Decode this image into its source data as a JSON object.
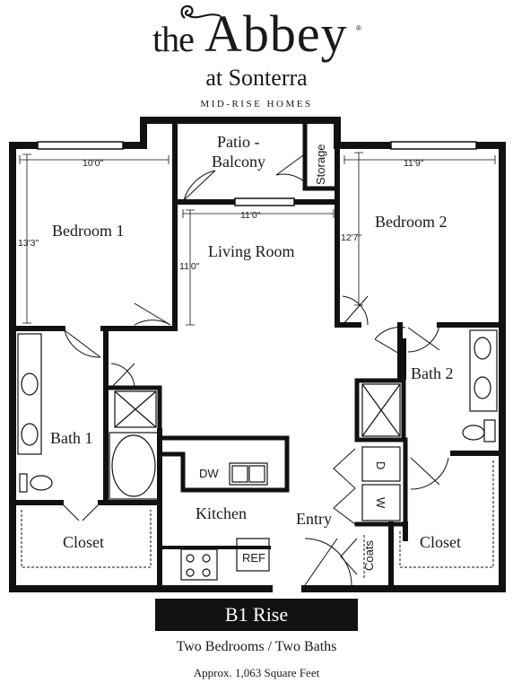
{
  "brand": {
    "the": "the",
    "name": "Abbey",
    "registered": "®",
    "location": "at Sonterra",
    "tagline": "MID-RISE HOMES"
  },
  "rooms": {
    "patio_line1": "Patio -",
    "patio_line2": "Balcony",
    "storage": "Storage",
    "bedroom1": "Bedroom 1",
    "bedroom2": "Bedroom 2",
    "living": "Living Room",
    "bath1": "Bath 1",
    "bath2": "Bath 2",
    "kitchen": "Kitchen",
    "entry": "Entry",
    "closet_left": "Closet",
    "closet_right": "Closet",
    "coats": "Coats"
  },
  "dimensions": {
    "bedroom1_width": "10'0\"",
    "bedroom1_depth": "13'3\"",
    "living_width": "11'0\"",
    "living_depth": "11'0\"",
    "bedroom2_width": "11'9\"",
    "bedroom2_depth": "12'7\""
  },
  "fixtures": {
    "dishwasher": "DW",
    "refrigerator": "REF",
    "dryer": "D",
    "washer": "W"
  },
  "unit": {
    "name": "B1 Rise",
    "description": "Two Bedrooms / Two Baths",
    "area": "Approx. 1,063 Square Feet"
  }
}
